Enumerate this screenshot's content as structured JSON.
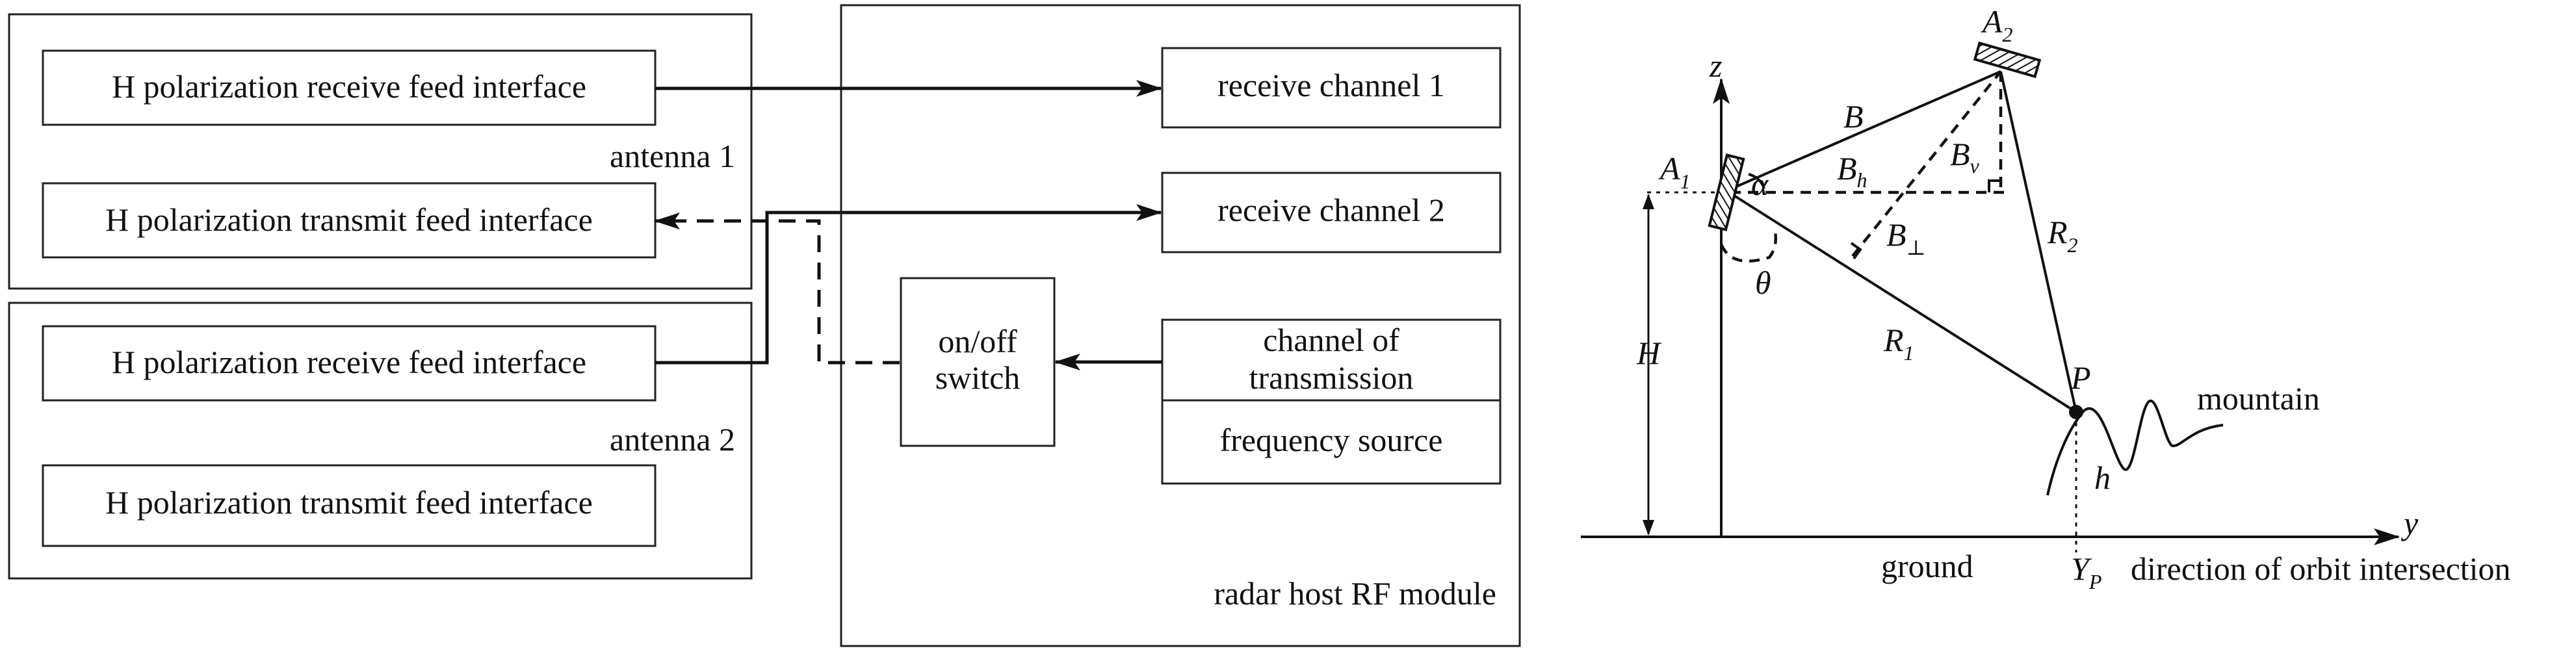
{
  "left_diagram": {
    "antenna1": {
      "label": "antenna 1",
      "receive_feed": "H polarization receive feed interface",
      "transmit_feed": "H polarization transmit feed interface"
    },
    "antenna2": {
      "label": "antenna 2",
      "receive_feed": "H polarization receive feed interface",
      "transmit_feed": "H polarization transmit feed interface"
    },
    "rf_module": {
      "label": "radar host RF module",
      "receive_channel_1": "receive channel 1",
      "receive_channel_2": "receive channel 2",
      "switch_line1": "on/off",
      "switch_line2": "switch",
      "tx_line1": "channel of",
      "tx_line2": "transmission",
      "frequency_source": "frequency source"
    }
  },
  "right_diagram": {
    "z_axis": "z",
    "y_axis": "y",
    "A1": "A",
    "A1_sub": "1",
    "A2": "A",
    "A2_sub": "2",
    "B": "B",
    "Bh": "B",
    "Bh_sub": "h",
    "Bv": "B",
    "Bv_sub": "v",
    "Bperp": "B",
    "Bperp_sub": "⊥",
    "alpha": "α",
    "theta": "θ",
    "H": "H",
    "R1": "R",
    "R1_sub": "1",
    "R2": "R",
    "R2_sub": "2",
    "P": "P",
    "h": "h",
    "YP": "Y",
    "YP_sub": "P",
    "mountain": "mountain",
    "ground": "ground",
    "orbit_direction": "direction of orbit intersection"
  }
}
